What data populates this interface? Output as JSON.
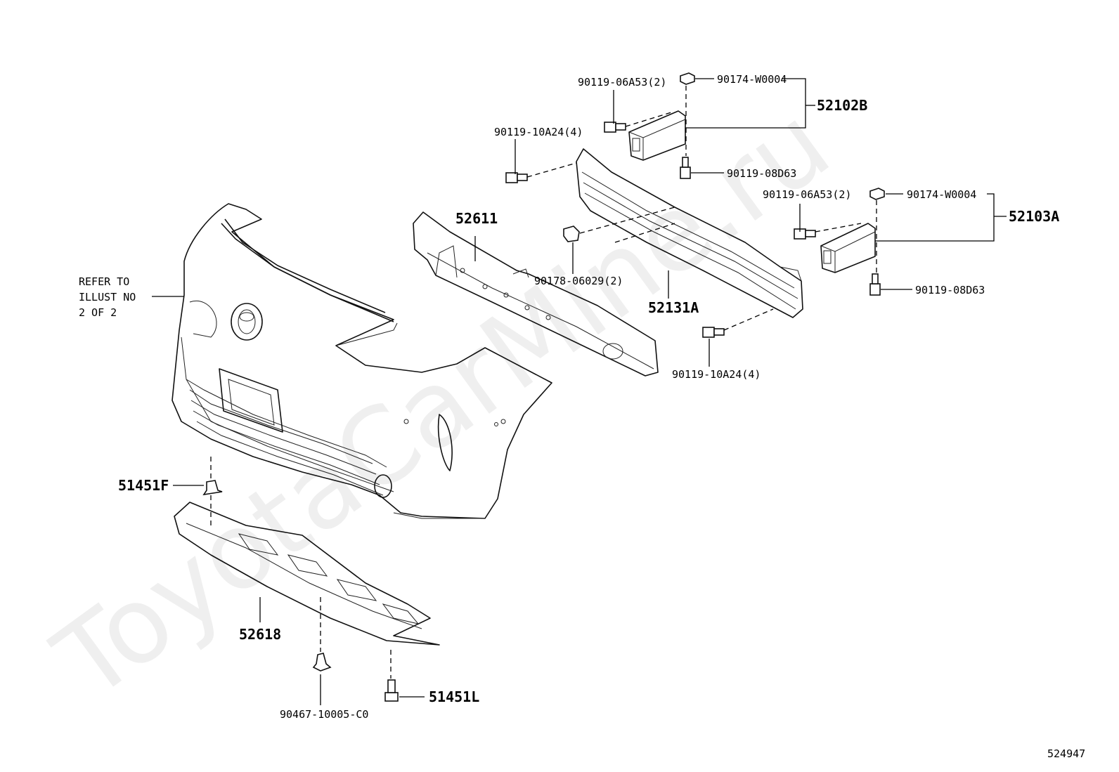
{
  "watermark": "ToyotaCarMine.ru",
  "diagram_number": "524947",
  "reference_note": [
    "REFER TO",
    "ILLUST NO",
    "2 OF 2"
  ],
  "labels": {
    "p90119_06A53_top": "90119-06A53(2)",
    "p90174_W0004_top": "90174-W0004",
    "p52102B": "52102B",
    "p90119_10A24_top": "90119-10A24(4)",
    "p90119_08D63_top": "90119-08D63",
    "p90119_06A53_right": "90119-06A53(2)",
    "p90174_W0004_right": "90174-W0004",
    "p52103A": "52103A",
    "p52611": "52611",
    "p90178_06029": "90178-06029(2)",
    "p52131A": "52131A",
    "p90119_08D63_right": "90119-08D63",
    "p90119_10A24_bottom": "90119-10A24(4)",
    "p51451F": "51451F",
    "p52618": "52618",
    "p51451L": "51451L",
    "p90467_10005": "90467-10005-C0"
  }
}
